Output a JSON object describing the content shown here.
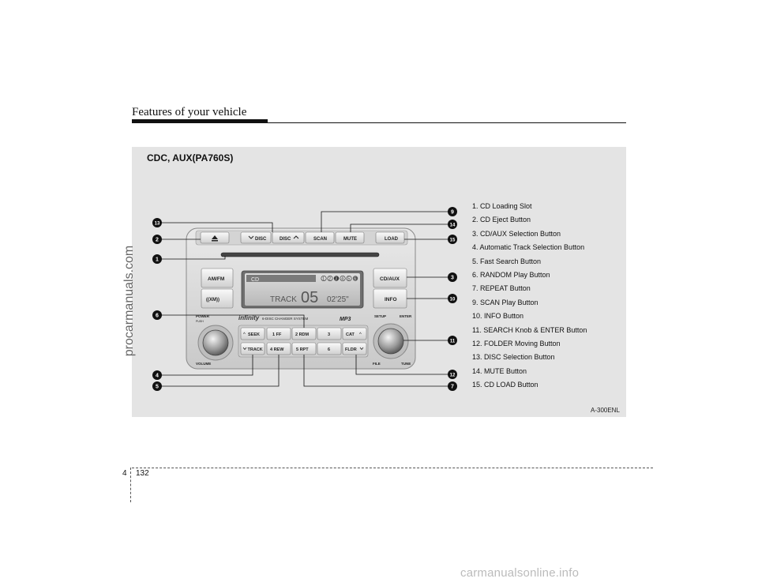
{
  "header": {
    "title": "Features of your vehicle"
  },
  "figure": {
    "title": "CDC, AUX(PA760S)",
    "code": "A-300ENL",
    "legend": [
      "1. CD Loading Slot",
      "2. CD Eject Button",
      "3. CD/AUX Selection Button",
      "4. Automatic Track Selection Button",
      "5. Fast Search Button",
      "6. RANDOM Play Button",
      "7. REPEAT Button",
      "9. SCAN Play Button",
      "10. INFO Button",
      "11. SEARCH Knob & ENTER Button",
      "12. FOLDER Moving Button",
      "13. DISC Selection Button",
      "14. MUTE Button",
      "15. CD LOAD Button"
    ],
    "callouts": [
      "13",
      "2",
      "1",
      "6",
      "4",
      "5",
      "9",
      "14",
      "15",
      "3",
      "10",
      "11",
      "12",
      "7"
    ],
    "radio": {
      "eject_icon": "eject-icon",
      "disc_down": "DISC",
      "disc_up": "DISC",
      "scan": "SCAN",
      "mute": "MUTE",
      "load": "LOAD",
      "am_fm": "AM/FM",
      "xm": "((XM))",
      "cd_aux": "CD/AUX",
      "info": "INFO",
      "display_mode": "CD",
      "disc_numbers": [
        "1",
        "2",
        "3",
        "4",
        "5",
        "6"
      ],
      "track_label": "TRACK",
      "track_number": "05",
      "elapsed_time": "02'25\"",
      "power_label": "POWER",
      "push_label": "PUSH",
      "volume_label": "VOLUME",
      "brand": "infinity",
      "changer_label": "6-DISC CHANGER SYSTEM",
      "mp3_label": "MP3",
      "setup_label": "SETUP",
      "enter_label": "ENTER",
      "file_label": "FILE",
      "tune_label": "TUNE",
      "seek": "SEEK",
      "track_btn": "TRACK",
      "preset_1": "1 FF",
      "preset_2": "2 RDM",
      "preset_3": "3",
      "preset_4": "4 REW",
      "preset_5": "5 RPT",
      "preset_6": "6",
      "cat": "CAT",
      "fldr": "FLDR"
    }
  },
  "footer": {
    "chapter": "4",
    "page": "132"
  },
  "watermarks": {
    "side": "procarmanuals.com",
    "bottom": "carmanualsonline.info"
  }
}
